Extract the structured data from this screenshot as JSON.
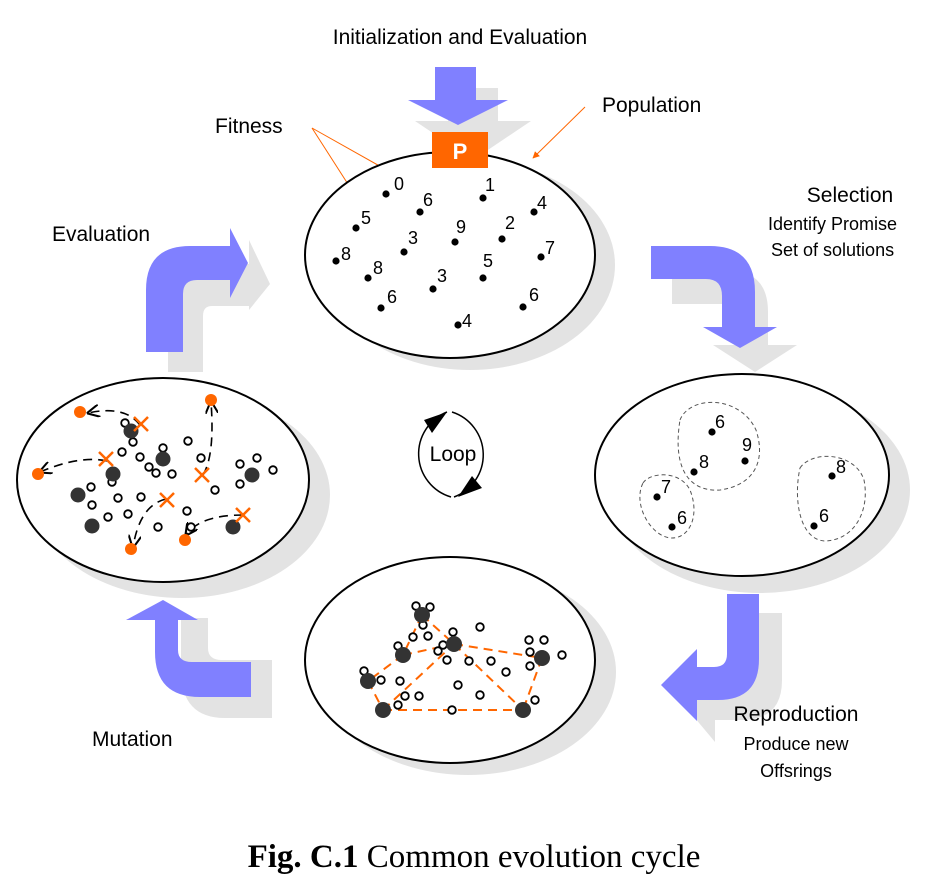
{
  "colors": {
    "arrow": "#8080ff",
    "shadow": "#e3e3e3",
    "accent": "#ff6600",
    "node": "#333333",
    "ink": "#000000"
  },
  "labels": {
    "init": "Initialization and Evaluation",
    "population": "Population",
    "fitness": "Fitness",
    "p_box": "P",
    "selection_title": "Selection",
    "selection_line1": "Identify Promise",
    "selection_line2": "Set of solutions",
    "evaluation": "Evaluation",
    "loop": "Loop",
    "reproduction_title": "Reproduction",
    "reproduction_line1": "Produce new",
    "reproduction_line2": "Offsrings",
    "mutation": "Mutation"
  },
  "caption": {
    "bold": "Fig. C.1",
    "text": " Common evolution cycle"
  },
  "population_fitness": [
    "0",
    "6",
    "1",
    "4",
    "5",
    "9",
    "2",
    "8",
    "3",
    "7",
    "8",
    "3",
    "5",
    "6",
    "6",
    "4"
  ],
  "selected_groups": [
    {
      "members": [
        "6",
        "8",
        "9"
      ]
    },
    {
      "members": [
        "7",
        "6"
      ]
    },
    {
      "members": [
        "8",
        "6"
      ]
    }
  ]
}
